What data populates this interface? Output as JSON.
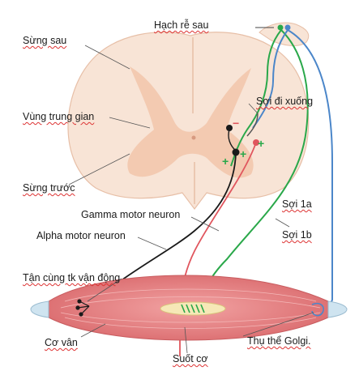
{
  "labels": {
    "dorsal_root_ganglion": "Hạch rễ sau",
    "dorsal_horn": "Sừng sau",
    "intermediate_zone": "Vùng trung gian",
    "ventral_horn": "Sừng trước",
    "descending_fiber": "Sợi đi xuống",
    "gamma_motor_neuron": "Gamma motor neuron",
    "alpha_motor_neuron": "Alpha motor neuron",
    "fiber_1a": "Sợi 1a",
    "fiber_1b": "Sợi 1b",
    "motor_end_plate": "Tận cùng tk vận động",
    "skeletal_muscle": "Cơ vân",
    "muscle_spindle": "Suốt cơ",
    "golgi_receptor": "Thụ thể Golgi."
  },
  "signs": {
    "minus": "−",
    "plus": "+"
  },
  "colors": {
    "cord_fill": "#f6dccb",
    "gray_matter": "#f1c2a8",
    "muscle": "#e07b7b",
    "fiber_1a": "#2aa84a",
    "fiber_1b": "#4b86c9",
    "gamma": "#e0555d",
    "alpha": "#1a1a1a"
  }
}
